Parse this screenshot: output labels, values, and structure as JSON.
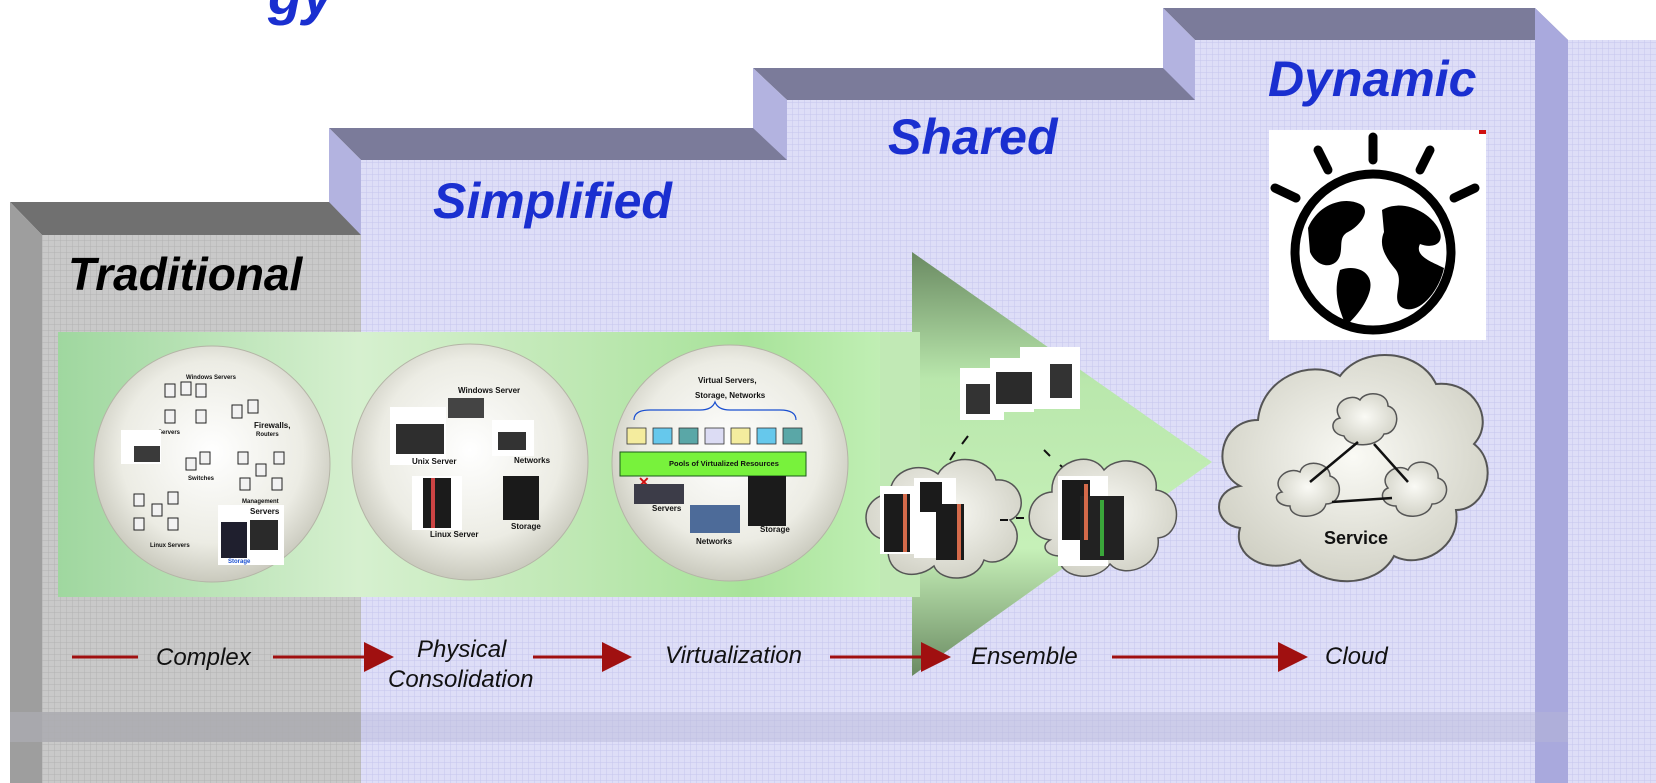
{
  "top_title_fragment": "gy",
  "stages": [
    {
      "title": "Traditional",
      "label": "Complex"
    },
    {
      "title": "Simplified",
      "label_line1": "Physical",
      "label_line2": "Consolidation"
    },
    {
      "title": "",
      "label": "Virtualization"
    },
    {
      "title": "Shared",
      "label": "Ensemble"
    },
    {
      "title": "Dynamic",
      "label": "Cloud"
    }
  ],
  "circle_traditional": {
    "windows_servers": "Windows Servers",
    "servers": "Servers",
    "firewalls": "Firewalls,",
    "routers": "Routers",
    "switches": "Switches",
    "management": "Management",
    "servers2": "Servers",
    "linux_servers": "Linux Servers",
    "storage": "Storage"
  },
  "circle_simplified": {
    "windows_server": "Windows Server",
    "unix_server": "Unix Server",
    "networks": "Networks",
    "linux_server": "Linux Server",
    "storage": "Storage"
  },
  "circle_virtual": {
    "line1": "Virtual Servers,",
    "line2": "Storage, Networks",
    "pools": "Pools of Virtualized Resources",
    "servers": "Servers",
    "storage": "Storage",
    "networks": "Networks"
  },
  "cloud_label": "Service",
  "colors": {
    "title_blue": "#1a2fd0",
    "arrow_red": "#a01010",
    "step_lavender": "#dcdcf6",
    "traditional_grey": "#c8c8c8",
    "arrow_green": "#8fcf8f"
  }
}
